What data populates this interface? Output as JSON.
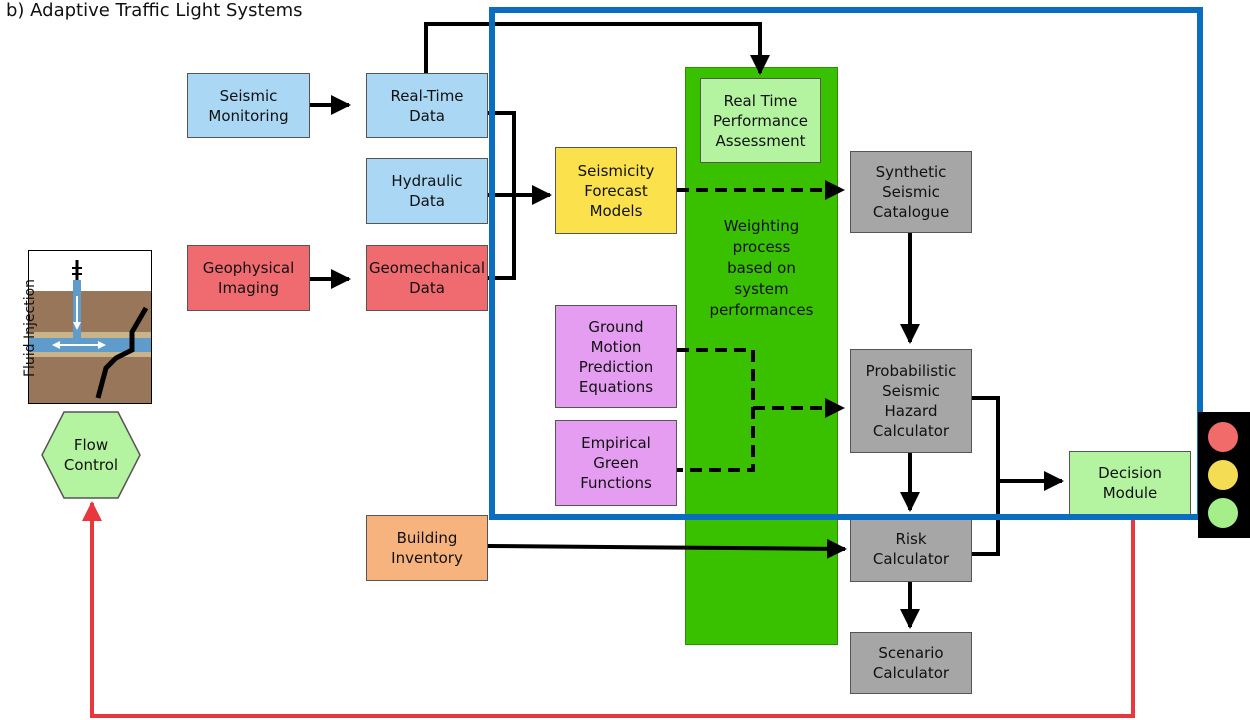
{
  "title": "b) Adaptive Traffic Light Systems",
  "well_label": "Fluid Injection",
  "nodes": {
    "seismic_monitoring": "Seismic\nMonitoring",
    "geophysical_imaging": "Geophysical\nImaging",
    "real_time_data": "Real-Time\nData",
    "hydraulic_data": "Hydraulic\nData",
    "geomechanical_data": "Geomechanical\nData",
    "seismicity_forecast": "Seismicity\nForecast\nModels",
    "gmpe": "Ground\nMotion\nPrediction\nEquations",
    "egf": "Empirical\nGreen\nFunctions",
    "building_inventory": "Building\nInventory",
    "rtpa": "Real Time\nPerformance\nAssessment",
    "weighting": "Weighting\nprocess\nbased on\nsystem\nperformances",
    "synthetic_catalogue": "Synthetic\nSeismic\nCatalogue",
    "psha": "Probabilistic\nSeismic\nHazard\nCalculator",
    "risk_calculator": "Risk\nCalculator",
    "scenario_calculator": "Scenario\nCalculator",
    "decision_module": "Decision\nModule",
    "flow_control": "Flow\nControl"
  },
  "colors": {
    "frame": "#0b6dc0",
    "weighting_column": "#39c100",
    "feedback_arrow": "#e8383d",
    "light_red": "#f26b6b",
    "light_yellow": "#f4dc54",
    "light_green": "#a4ef8a"
  }
}
